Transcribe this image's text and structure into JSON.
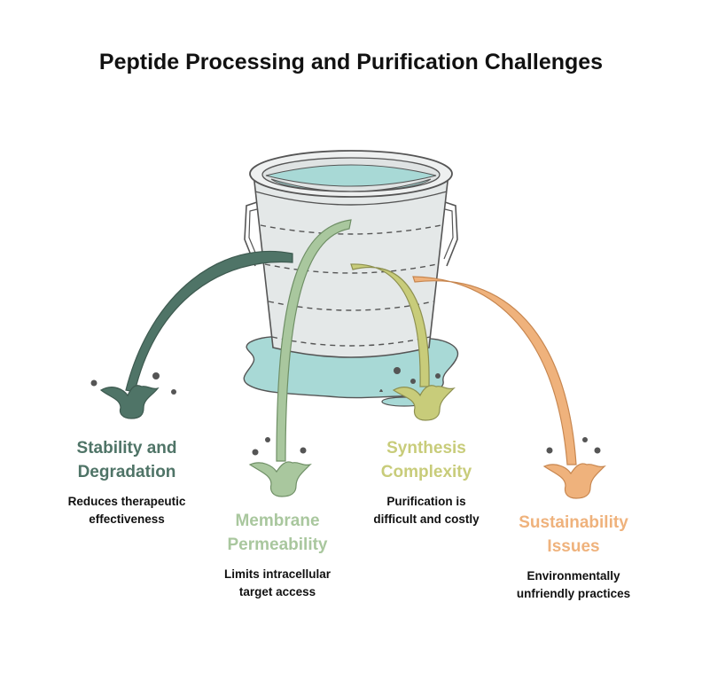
{
  "title": "Peptide Processing and Purification Challenges",
  "colors": {
    "water": "#a8d9d6",
    "water_dark": "#7cc3c0",
    "bucket_body": "#e4e8e8",
    "bucket_outline": "#555555",
    "stability": "#4f7467",
    "membrane": "#a9c79e",
    "synthesis": "#c8cc7a",
    "sustainability": "#efb27c"
  },
  "challenges": [
    {
      "key": "stability",
      "label_line1": "Stability and",
      "label_line2": "Degradation",
      "desc_line1": "Reduces therapeutic",
      "desc_line2": "effectiveness"
    },
    {
      "key": "membrane",
      "label_line1": "Membrane",
      "label_line2": "Permeability",
      "desc_line1": "Limits intracellular",
      "desc_line2": "target access"
    },
    {
      "key": "synthesis",
      "label_line1": "Synthesis",
      "label_line2": "Complexity",
      "desc_line1": "Purification is",
      "desc_line2": "difficult and costly"
    },
    {
      "key": "sustainability",
      "label_line1": "Sustainability",
      "label_line2": "Issues",
      "desc_line1": "Environmentally",
      "desc_line2": "unfriendly practices"
    }
  ]
}
